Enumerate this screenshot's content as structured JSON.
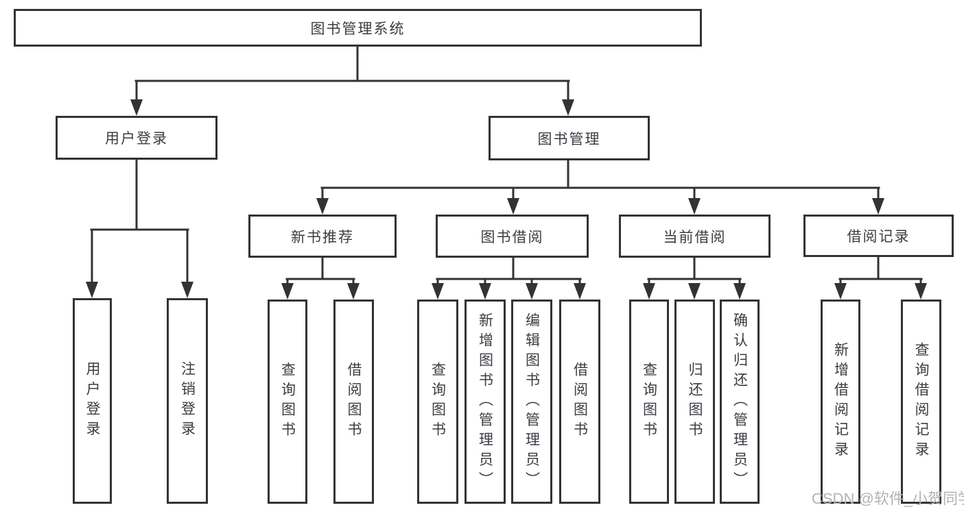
{
  "tree": {
    "root": {
      "label": "图书管理系统"
    },
    "user_login": {
      "label": "用户登录",
      "children": [
        {
          "label": "用户登录"
        },
        {
          "label": "注销登录"
        }
      ]
    },
    "book_mgmt": {
      "label": "图书管理",
      "sections": {
        "new_books": {
          "label": "新书推荐",
          "children": [
            {
              "label": "查询图书"
            },
            {
              "label": "借阅图书"
            }
          ]
        },
        "book_borrow": {
          "label": "图书借阅",
          "children": [
            {
              "label": "查询图书"
            },
            {
              "label": "新增图书（管理员）"
            },
            {
              "label": "编辑图书（管理员）"
            },
            {
              "label": "借阅图书"
            }
          ]
        },
        "current_borrow": {
          "label": "当前借阅",
          "children": [
            {
              "label": "查询图书"
            },
            {
              "label": "归还图书"
            },
            {
              "label": "确认归还（管理员）"
            }
          ]
        },
        "borrow_records": {
          "label": "借阅记录",
          "children": [
            {
              "label": "新增借阅记录"
            },
            {
              "label": "查询借阅记录"
            }
          ]
        }
      }
    }
  },
  "watermark": {
    "text": "CSDN @软件_小贺同学"
  },
  "colors": {
    "line": "#333333",
    "text": "#3a3d42",
    "watermark": "#b3b3b3"
  }
}
